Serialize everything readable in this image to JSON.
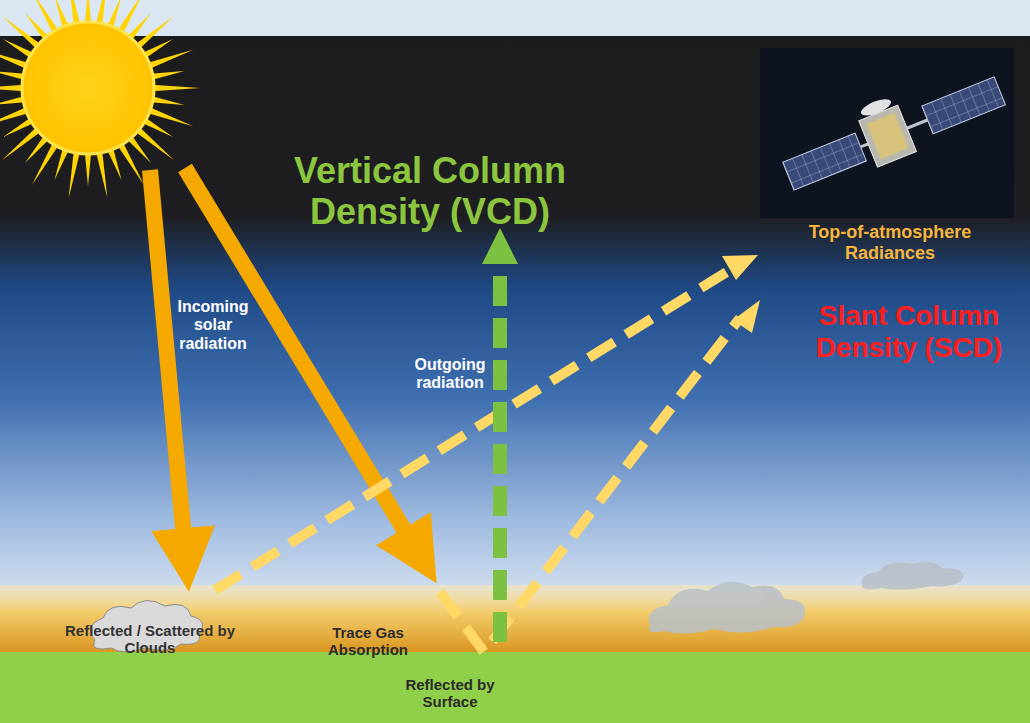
{
  "diagram": {
    "labels": [
      "Vertical Column Density (VCD)",
      "Top-of-atmosphere Radiances",
      "Incoming solar radiation",
      "Outgoing radiation",
      "Slant Column Density (SCD)",
      "Reflected / Scattered by Clouds",
      "Trace Gas Absorption",
      "Reflected by Surface"
    ]
  }
}
